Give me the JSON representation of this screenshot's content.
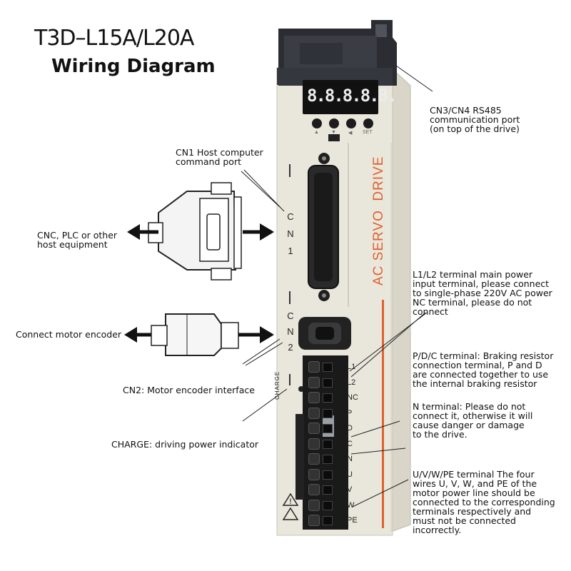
{
  "title": {
    "model": "T3D–L15A/L20A",
    "subtitle": "Wiring Diagram"
  },
  "callouts": {
    "cn3_cn4": "CN3/CN4 RS485\ncommunication port\n(on top of the drive)",
    "cn1": "CN1 Host computer\ncommand port",
    "host": "CNC, PLC or other\nhost equipment",
    "encoder": "Connect motor encoder",
    "cn2": "CN2: Motor encoder interface",
    "charge": "CHARGE: driving power indicator",
    "l1l2": "L1/L2 terminal main power\ninput terminal, please connect\nto single-phase 220V AC power\nNC terminal, please do not\nconnect",
    "pdc": "P/D/C terminal: Braking resistor\nconnection terminal, P and D\nare connected together to use\nthe internal braking resistor",
    "n": "N terminal: Please do not\nconnect it, otherwise it will\ncause danger or damage\nto the drive.",
    "uvwpe": "U/V/W/PE terminal The four\nwires U, V, W, and PE of the\nmotor power line should be\nconnected to the corresponding\nterminals respectively and\nmust not be connected\nincorrectly."
  },
  "drive": {
    "display": "8.8.8.8.8.",
    "brand": "AC SERVO  DRIVE",
    "cn1_label": [
      "C",
      "N",
      "1"
    ],
    "cn2_label": [
      "C",
      "N",
      "2"
    ],
    "charge_label": "CHARGE",
    "buttons": [
      "▲",
      "▼",
      "◀",
      "SET"
    ],
    "terminals": [
      "L1",
      "L2",
      "NC",
      "P",
      "D",
      "C",
      "N",
      "U",
      "V",
      "W",
      "PE"
    ]
  },
  "colors": {
    "drive_body": "#e9e7dc",
    "drive_shadow": "#d6d3c6",
    "terminal_block": "#1a1a1a",
    "brand_red": "#e0622f",
    "display_bg": "#111111"
  }
}
